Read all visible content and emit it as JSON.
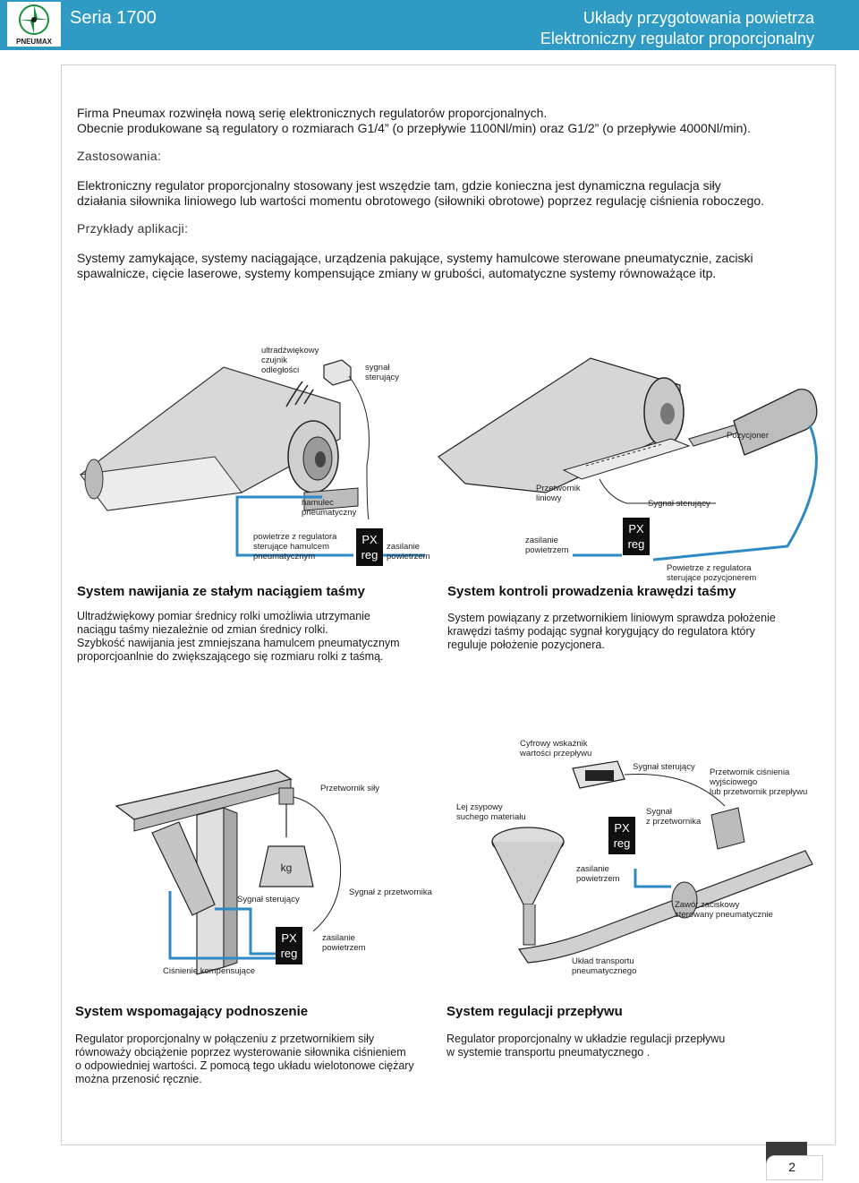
{
  "header": {
    "series": "Seria 1700",
    "title_line1": "Układy przygotowania powietrza",
    "title_line2": "Elektroniczny regulator proporcjonalny",
    "logo_text": "PNEUMAX"
  },
  "intro": {
    "line1": "Firma Pneumax rozwinęła nową serię elektronicznych regulatorów proporcjonalnych.",
    "line2": "Obecnie produkowane są regulatory o rozmiarach G1/4” (o przepływie 1100Nl/min) oraz G1/2” (o przepływie 4000Nl/min)."
  },
  "applications": {
    "heading": "Zastosowania:",
    "text1": "Elektroniczny regulator proporcjonalny stosowany jest wszędzie tam, gdzie konieczna jest dynamiczna regulacja siły",
    "text2": "działania siłownika liniowego lub wartości momentu obrotowego (siłowniki obrotowe) poprzez regulację ciśnienia roboczego."
  },
  "examples": {
    "heading": "Przykłady aplikacji:",
    "text1": "Systemy zamykające, systemy naciągające, urządzenia pakujące, systemy hamulcowe sterowane pneumatycznie, zaciski",
    "text2": "spawalnicze, cięcie laserowe, systemy kompensujące zmiany w grubości, automatyczne systemy równoważące itp."
  },
  "px": {
    "line1": "PX",
    "line2": "reg"
  },
  "panel1": {
    "lbl_sensor_1": "ultradźwiękowy",
    "lbl_sensor_2": "czujnik",
    "lbl_sensor_3": "odległości",
    "lbl_signal_1": "sygnał",
    "lbl_signal_2": "sterujący",
    "lbl_brake_1": "hamulec",
    "lbl_brake_2": "pneumatyczny",
    "lbl_air_1": "powietrze z regulatora",
    "lbl_air_2": "sterujące hamulcem",
    "lbl_air_3": "pneumatycznym",
    "lbl_supply_1": "zasilanie",
    "lbl_supply_2": "powietrzem",
    "title": "System nawijania ze stałym naciągiem taśmy",
    "desc1": "Ultradźwiękowy pomiar średnicy rolki umożliwia utrzymanie",
    "desc2": "naciągu taśmy niezależnie od zmian średnicy rolki.",
    "desc3": "Szybkość nawijania jest zmniejszana hamulcem pneumatycznym",
    "desc4": "proporcjoanlnie do zwiększającego się rozmiaru rolki z taśmą."
  },
  "panel2": {
    "lbl_positioner": "Pozycjoner",
    "lbl_transducer_1": "Przetwornik",
    "lbl_transducer_2": "liniowy",
    "lbl_signal": "Sygnał sterujący",
    "lbl_supply_1": "zasilanie",
    "lbl_supply_2": "powietrzem",
    "lbl_air_1": "Powietrze z regulatora",
    "lbl_air_2": "sterujące pozycjonerem",
    "title": "System kontroli prowadzenia krawędzi taśmy",
    "desc1": "System powiązany z przetwornikiem liniowym sprawdza położenie",
    "desc2": "krawędzi taśmy podając sygnał korygujący do regulatora który",
    "desc3": "reguluje położenie pozycjonera."
  },
  "panel3": {
    "lbl_force": "Przetwornik siły",
    "lbl_weight": "kg",
    "lbl_signal": "Sygnał sterujący",
    "lbl_transducer_signal": "Sygnał z przetwornika",
    "lbl_supply_1": "zasilanie",
    "lbl_supply_2": "powietrzem",
    "lbl_pressure": "Ciśnienie kompensujące",
    "title": "System wspomagający podnoszenie",
    "desc1": "Regulator proporcjonalny w połączeniu z przetwornikiem siły",
    "desc2": "równoważy obciążenie poprzez wysterowanie siłownika ciśnieniem",
    "desc3": "o odpowiedniej wartości. Z pomocą tego układu wielotonowe ciężary",
    "desc4": "można przenosić ręcznie."
  },
  "panel4": {
    "lbl_display_1": "Cyfrowy wskaźnik",
    "lbl_display_2": "wartości przepływu",
    "lbl_signal": "Sygnał sterujący",
    "lbl_transducer_1": "Przetwornik ciśnienia",
    "lbl_transducer_2": "wyjściowego",
    "lbl_transducer_3": "lub przetwornik przepływu",
    "lbl_hopper_1": "Lej zsypowy",
    "lbl_hopper_2": "suchego materiału",
    "lbl_tsig_1": "Sygnał",
    "lbl_tsig_2": "z przetwornika",
    "lbl_supply_1": "zasilanie",
    "lbl_supply_2": "powietrzem",
    "lbl_valve_1": "Zawór zaciskowy",
    "lbl_valve_2": "sterowany pneumatycznie",
    "lbl_transport_1": "Układ transportu",
    "lbl_transport_2": "pneumatycznego",
    "title": "System regulacji przepływu",
    "desc1": "Regulator proporcjonalny w układzie regulacji przepływu",
    "desc2": "w systemie transportu pneumatycznego ."
  },
  "footer": {
    "page": "2"
  }
}
